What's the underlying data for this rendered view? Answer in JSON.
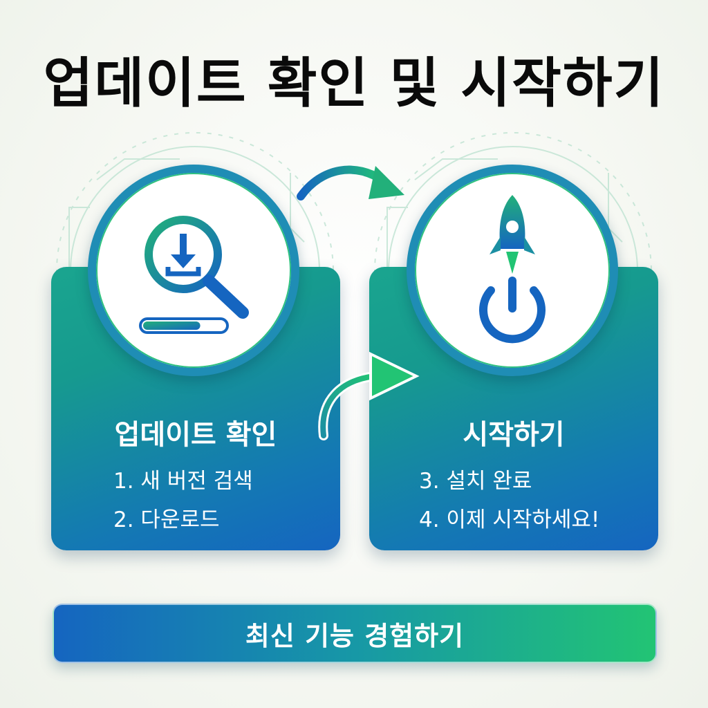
{
  "title": "업데이트 확인 및 시작하기",
  "cards": [
    {
      "title": "업데이트 확인",
      "steps": [
        "1. 새 버전 검색",
        "2. 다운로드"
      ],
      "icon": "magnifier-download-icon",
      "progress": 0.7
    },
    {
      "title": "시작하기",
      "steps": [
        "3. 설치 완료",
        "4. 이제 시작하세요!"
      ],
      "icon": "rocket-power-icon"
    }
  ],
  "cta_label": "최신 기능 경험하기",
  "colors": {
    "blue": "#1565c0",
    "teal": "#1798a6",
    "green": "#22c474",
    "title": "#0a0a0a"
  }
}
